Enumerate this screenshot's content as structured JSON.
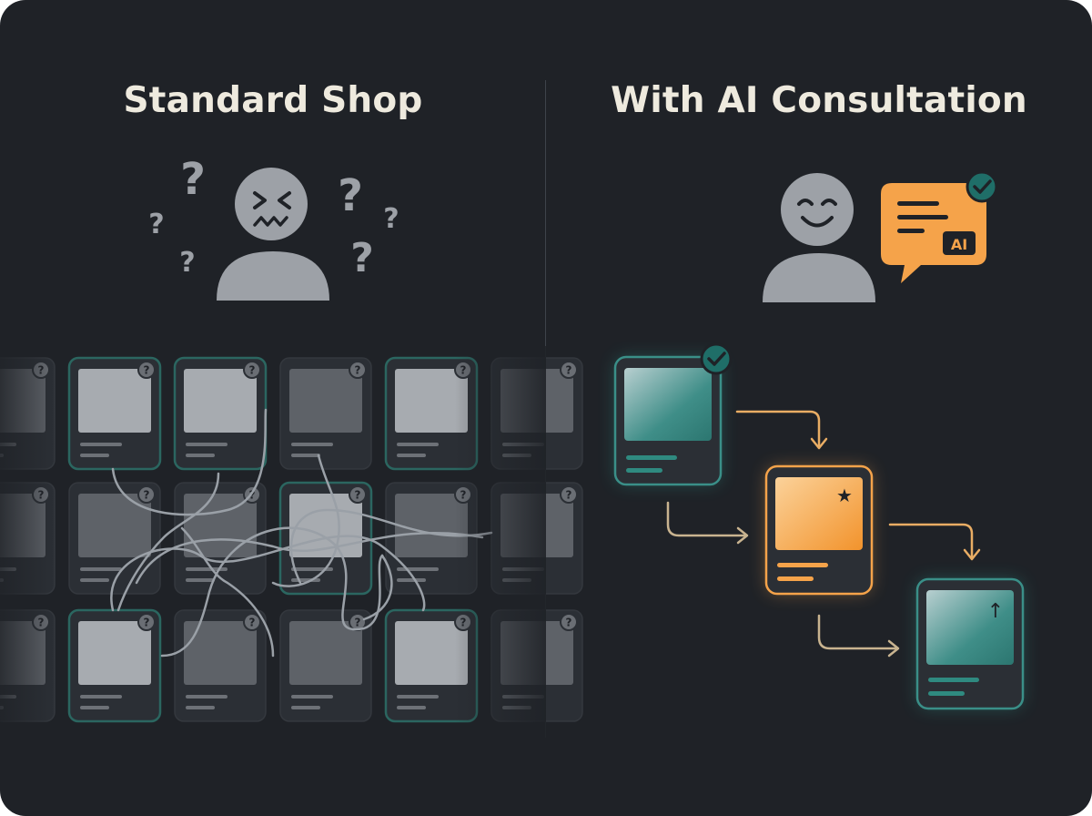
{
  "panels": {
    "left": {
      "title": "Standard Shop"
    },
    "right": {
      "title": "With AI Consultation"
    }
  },
  "ai_badge": {
    "label": "AI"
  },
  "symbols": {
    "question": "?",
    "star": "★",
    "arrow_up": "↑"
  },
  "colors": {
    "background": "#1f2227",
    "title_text": "#eeeade",
    "person_gray": "#9da1a7",
    "accent_orange": "#f5a34a",
    "accent_teal": "#2f8a80",
    "check_badge": "#1f6e68",
    "card_outline_teal": "#2b6660",
    "tangled_lines": "#9aa0a7"
  }
}
